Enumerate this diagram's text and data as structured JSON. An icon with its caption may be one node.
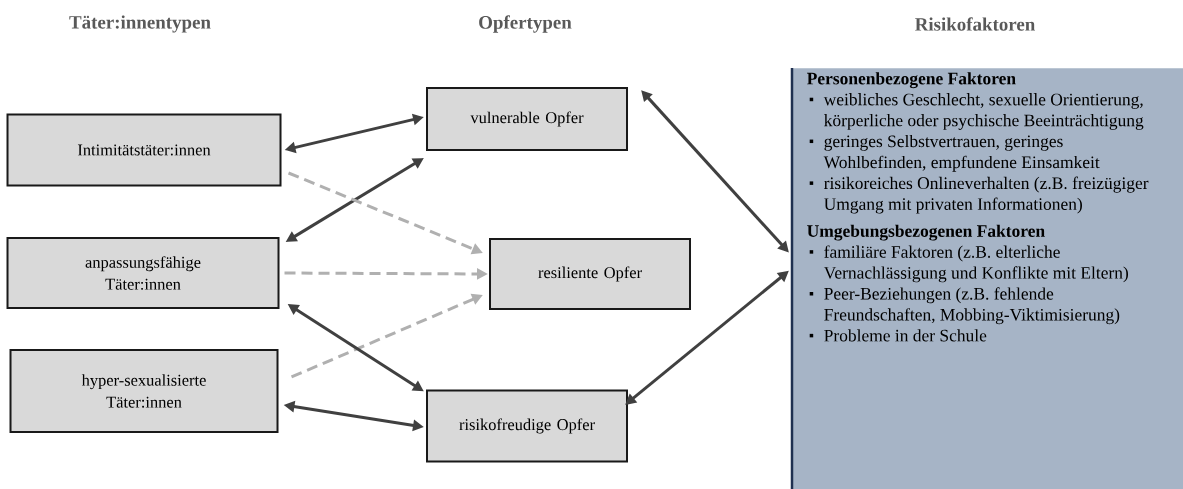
{
  "diagram": {
    "nodes": [
      {
        "text": [
          "Intimitätstäter:innen"
        ]
      },
      {
        "text": [
          "anpassungsfähige Täter:innen"
        ]
      },
      {
        "text": [
          "hyper-sexualisierte Täter:innen"
        ]
      },
      {
        "text": [
          "vulnerable Opfer"
        ]
      },
      {
        "text": [
          "resiliente Opfer"
        ]
      },
      {
        "text": [
          "risikofreudige Opfer"
        ]
      },
      {
        "text": [
          "Personenbezogene Faktoren",
          "weibliches Geschlecht, sexuelle Orientierung, körperliche oder psychische Beeinträchtigung",
          "geringes Selbstvertrauen, geringes Wohlbefinden, empfundene Einsamkeit",
          "risikoreiches Onlineverhalten (z.B. freizügiger Umgang mit privaten Informationen)",
          "Umgebungsbezogenen Faktoren",
          "familiäre Faktoren (z.B. elterliche Vernachlässigung und Konflikte mit Eltern)",
          "Peer-Beziehungen (z.B. fehlende Freundschaften, Mobbing-Viktimisierung)",
          "Probleme in der Schule"
        ]
      }
    ],
    "edges": [
      {
        "from": 0,
        "to": 3,
        "arrow": "both"
      },
      {
        "from": 1,
        "to": 3,
        "arrow": "both"
      },
      {
        "from": 0,
        "to": 4,
        "arrow": "to",
        "style": "dashed",
        "color": "#b0b0b0"
      },
      {
        "from": 1,
        "to": 4,
        "arrow": "to",
        "style": "dashed",
        "color": "#b0b0b0"
      },
      {
        "from": 2,
        "to": 4,
        "arrow": "to",
        "style": "dashed",
        "color": "#b0b0b0"
      },
      {
        "from": 1,
        "to": 5,
        "arrow": "both"
      },
      {
        "from": 2,
        "to": 5,
        "arrow": "both"
      },
      {
        "from": 3,
        "to": 6,
        "arrow": "both"
      },
      {
        "from": 5,
        "to": 6,
        "arrow": "both"
      }
    ],
    "labels": [
      "Täter:innentypen",
      "Opfertypen",
      "Risikofaktoren"
    ]
  }
}
